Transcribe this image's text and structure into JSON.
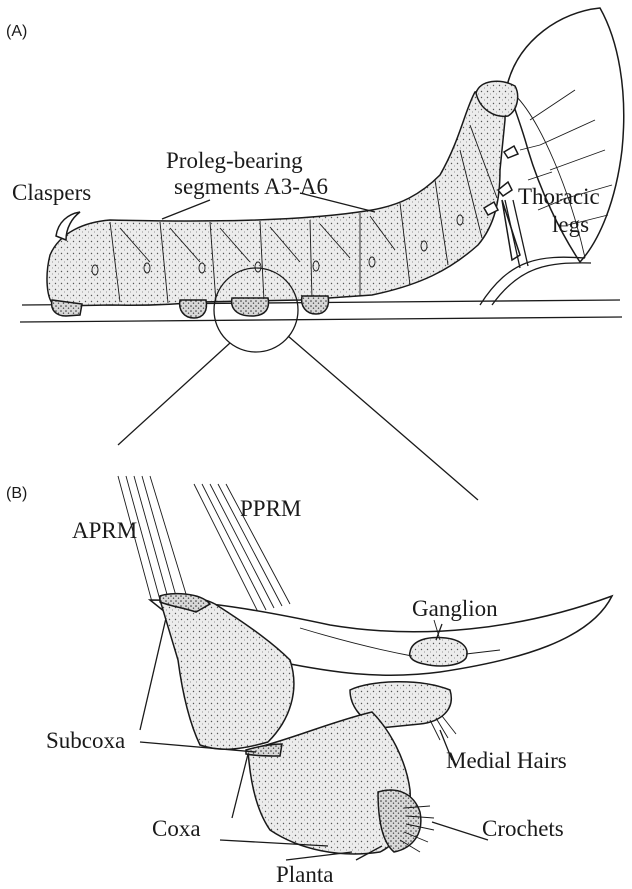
{
  "panels": {
    "a": "(A)",
    "b": "(B)"
  },
  "labels_a": {
    "claspers": "Claspers",
    "prolegs_line1": "Proleg-bearing",
    "prolegs_line2": "segments A3-A6",
    "thoracic_line1": "Thoracic",
    "thoracic_line2": "legs"
  },
  "labels_b": {
    "aprm": "APRM",
    "pprm": "PPRM",
    "ganglion": "Ganglion",
    "subcoxa": "Subcoxa",
    "medial_hairs": "Medial Hairs",
    "coxa": "Coxa",
    "crochets": "Crochets",
    "planta": "Planta"
  },
  "colors": {
    "ink": "#1a1a1a",
    "body_fill": "#e6e6e6",
    "shade_fill": "#cfcfcf",
    "paper": "#ffffff"
  }
}
